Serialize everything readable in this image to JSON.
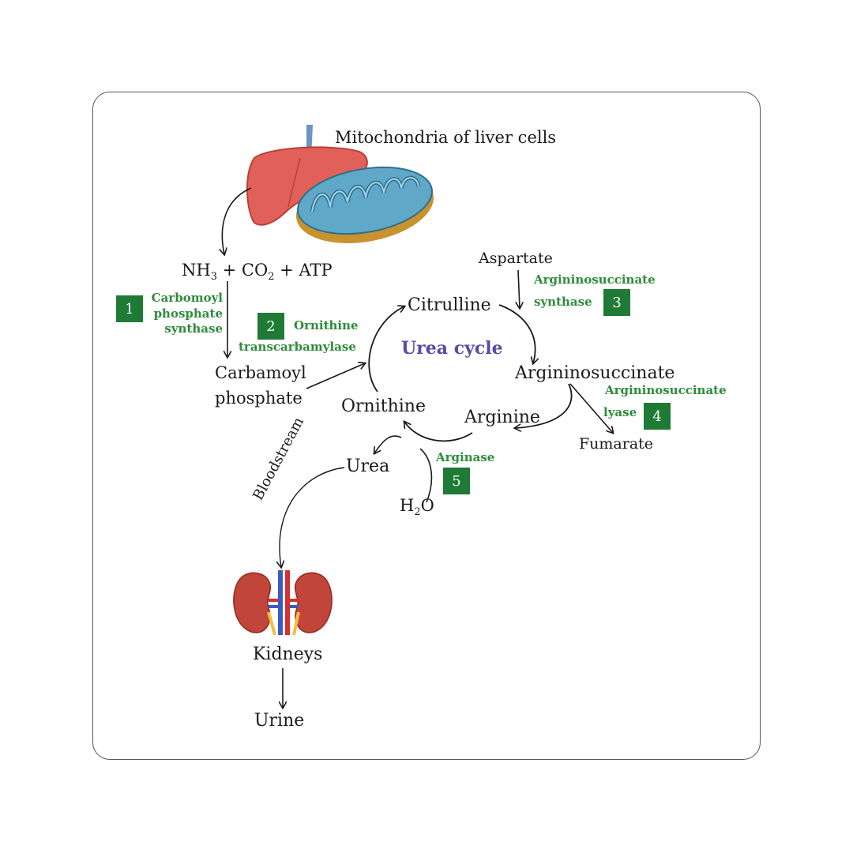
{
  "header": {
    "title": "Mitochondria of liver cells"
  },
  "reactants": {
    "nh3": "NH",
    "nh3_sub": "3",
    "plus1": " + CO",
    "co2_sub": "2",
    "plus2": " + ATP"
  },
  "metabolites": {
    "carbamoyl_line1": "Carbamoyl",
    "carbamoyl_line2": "phosphate",
    "citrulline": "Citrulline",
    "aspartate": "Aspartate",
    "argininosuccinate": "Argininosuccinate",
    "fumarate": "Fumarate",
    "arginine": "Arginine",
    "ornithine": "Ornithine",
    "urea": "Urea",
    "water_h": "H",
    "water_sub": "2",
    "water_o": "O",
    "kidneys": "Kidneys",
    "urine": "Urine"
  },
  "cycle_title": "Urea cycle",
  "bloodstream": "Bloodstream",
  "enzymes": [
    {
      "number": "1",
      "lines": [
        "Carbomoyl",
        "phosphate",
        "synthase"
      ]
    },
    {
      "number": "2",
      "lines": [
        "Ornithine",
        "transcarbamylase"
      ]
    },
    {
      "number": "3",
      "lines": [
        "Argininosuccinate",
        "synthase"
      ]
    },
    {
      "number": "4",
      "lines": [
        "Argininosuccinate",
        "lyase"
      ]
    },
    {
      "number": "5",
      "lines": [
        "Arginase"
      ]
    }
  ],
  "colors": {
    "enzyme_text": "#2e8b3a",
    "badge": "#1e7a35",
    "cycle_title": "#5a4aa8",
    "liver": "#e2605a",
    "mitochondria": "#5fa8c8",
    "kidney": "#c2453a"
  },
  "icons": [
    "liver-icon",
    "mitochondria-icon",
    "kidneys-icon"
  ]
}
